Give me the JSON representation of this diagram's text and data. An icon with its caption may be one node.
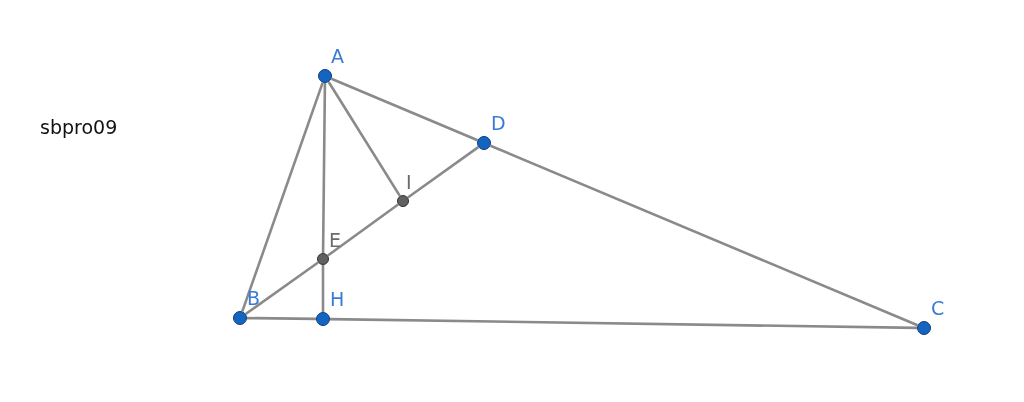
{
  "diagram": {
    "nodes": [
      {
        "text": [
          "A"
        ]
      },
      {
        "text": [
          "D"
        ]
      },
      {
        "text": [
          "I"
        ]
      },
      {
        "text": [
          "E"
        ]
      },
      {
        "text": [
          "B"
        ]
      },
      {
        "text": [
          "H"
        ]
      },
      {
        "text": [
          "C"
        ]
      }
    ],
    "edges": [
      {
        "from": 0,
        "to": 4,
        "arrow": "none"
      },
      {
        "from": 0,
        "to": 1,
        "arrow": "none"
      },
      {
        "from": 1,
        "to": 6,
        "arrow": "none"
      },
      {
        "from": 4,
        "to": 5,
        "arrow": "none"
      },
      {
        "from": 5,
        "to": 6,
        "arrow": "none"
      },
      {
        "from": 0,
        "to": 3,
        "arrow": "none"
      },
      {
        "from": 3,
        "to": 5,
        "arrow": "none"
      },
      {
        "from": 4,
        "to": 3,
        "arrow": "none"
      },
      {
        "from": 3,
        "to": 2,
        "arrow": "none"
      },
      {
        "from": 2,
        "to": 1,
        "arrow": "none"
      },
      {
        "from": 0,
        "to": 2,
        "arrow": "none"
      }
    ],
    "labels": [
      "sbpro09"
    ]
  }
}
